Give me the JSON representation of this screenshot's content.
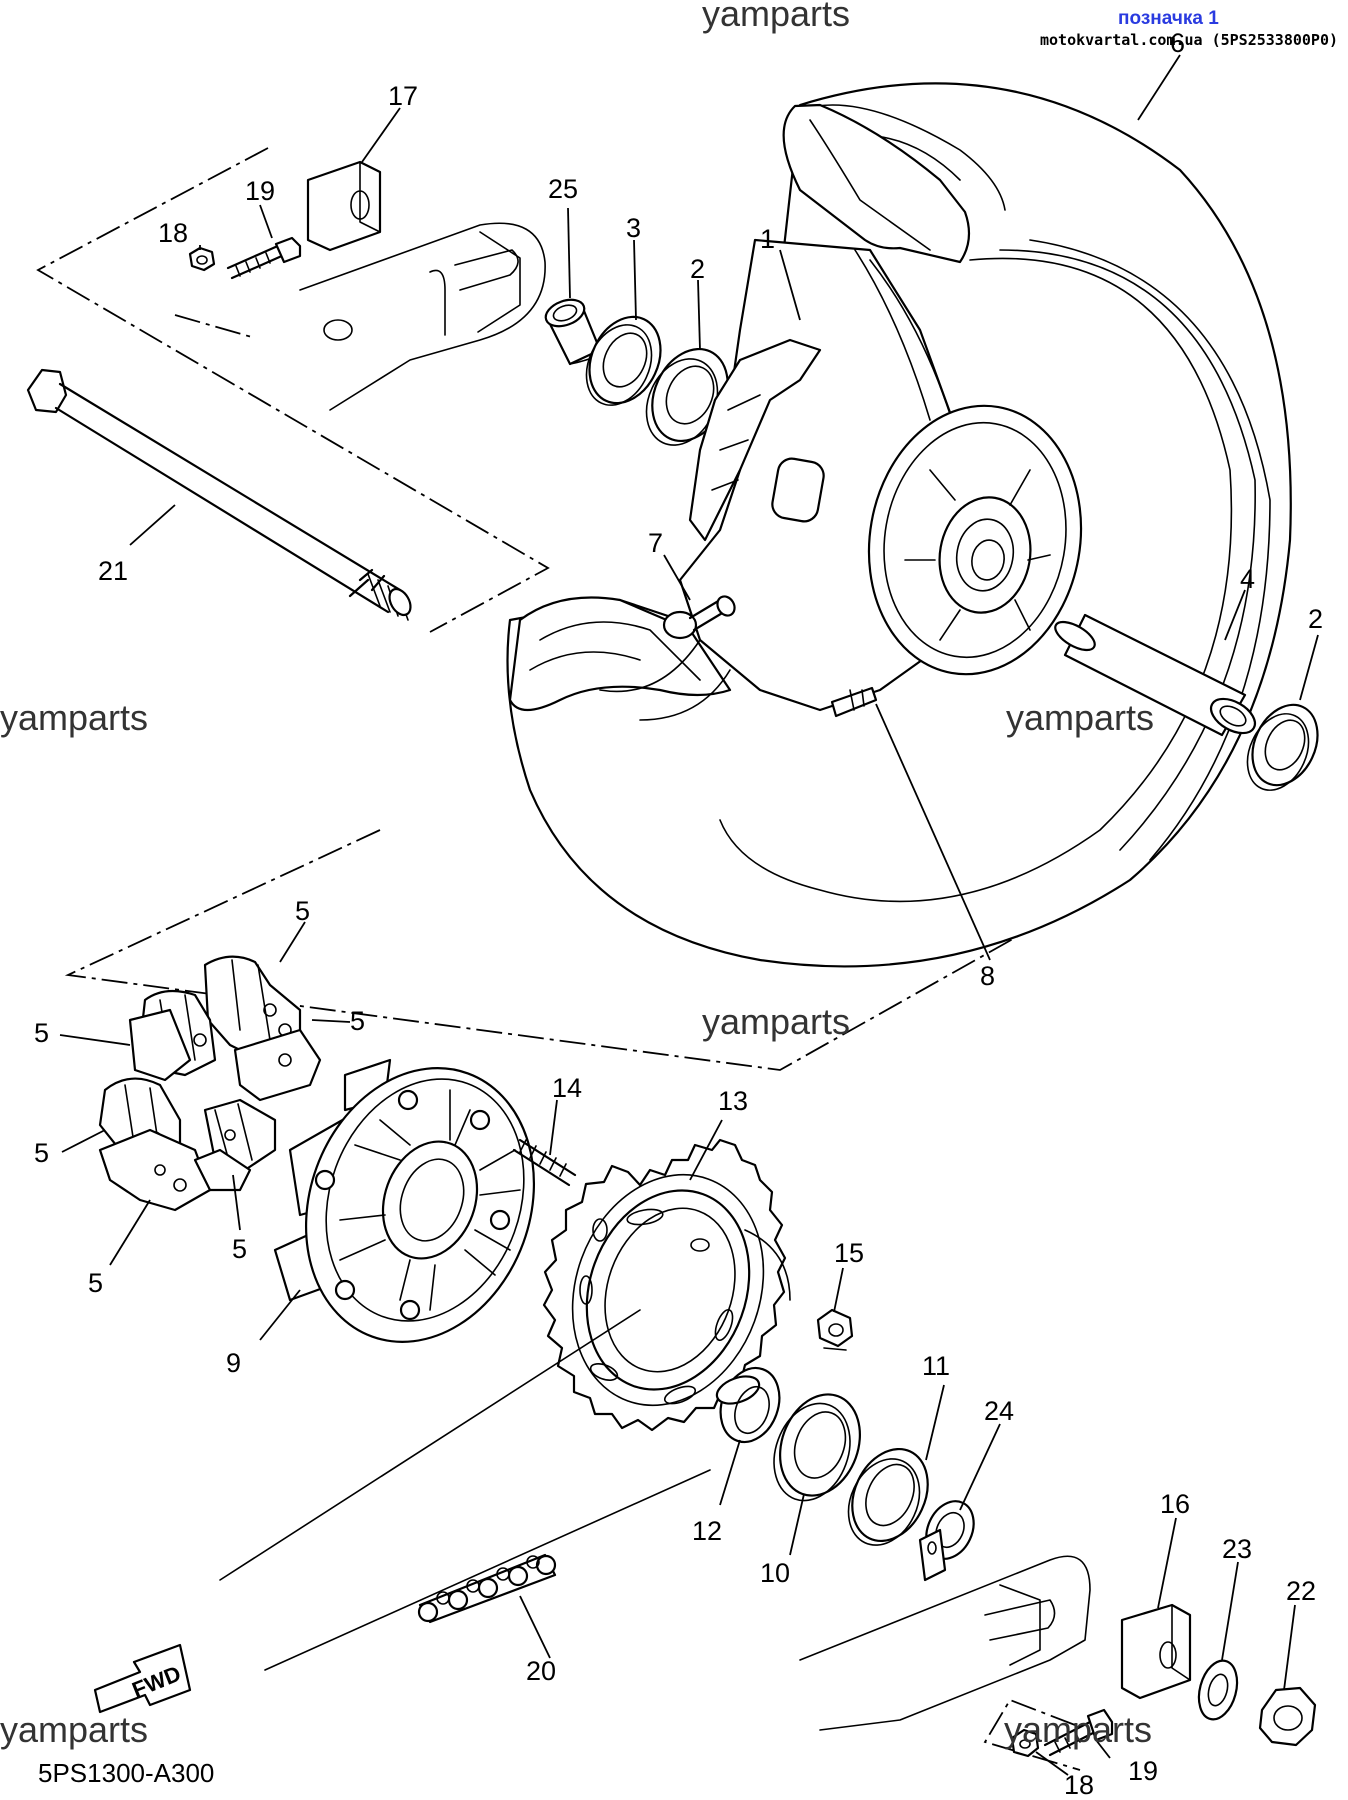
{
  "header": {
    "watermark_top": "yamparts",
    "tag_label": "позначка 1",
    "site_ref": "motokvartal.com.ua (5PS2533800P0)"
  },
  "watermarks": {
    "left_mid": "yamparts",
    "right_mid": "yamparts",
    "center": "yamparts",
    "bottom_left": "yamparts",
    "bottom_right": "yamparts"
  },
  "diagram_code": "5PS1300-A300",
  "fwd_label": "FWD",
  "callouts": {
    "c1": "1",
    "c2a": "2",
    "c2b": "2",
    "c3": "3",
    "c4": "4",
    "c5a": "5",
    "c5b": "5",
    "c5c": "5",
    "c5d": "5",
    "c5e": "5",
    "c5f": "5",
    "c6": "6",
    "c7": "7",
    "c8": "8",
    "c9": "9",
    "c10": "10",
    "c11": "11",
    "c12": "12",
    "c13": "13",
    "c14": "14",
    "c15": "15",
    "c16": "16",
    "c17": "17",
    "c18a": "18",
    "c18b": "18",
    "c19a": "19",
    "c19b": "19",
    "c20": "20",
    "c21": "21",
    "c22": "22",
    "c23": "23",
    "c24": "24",
    "c25": "25"
  }
}
